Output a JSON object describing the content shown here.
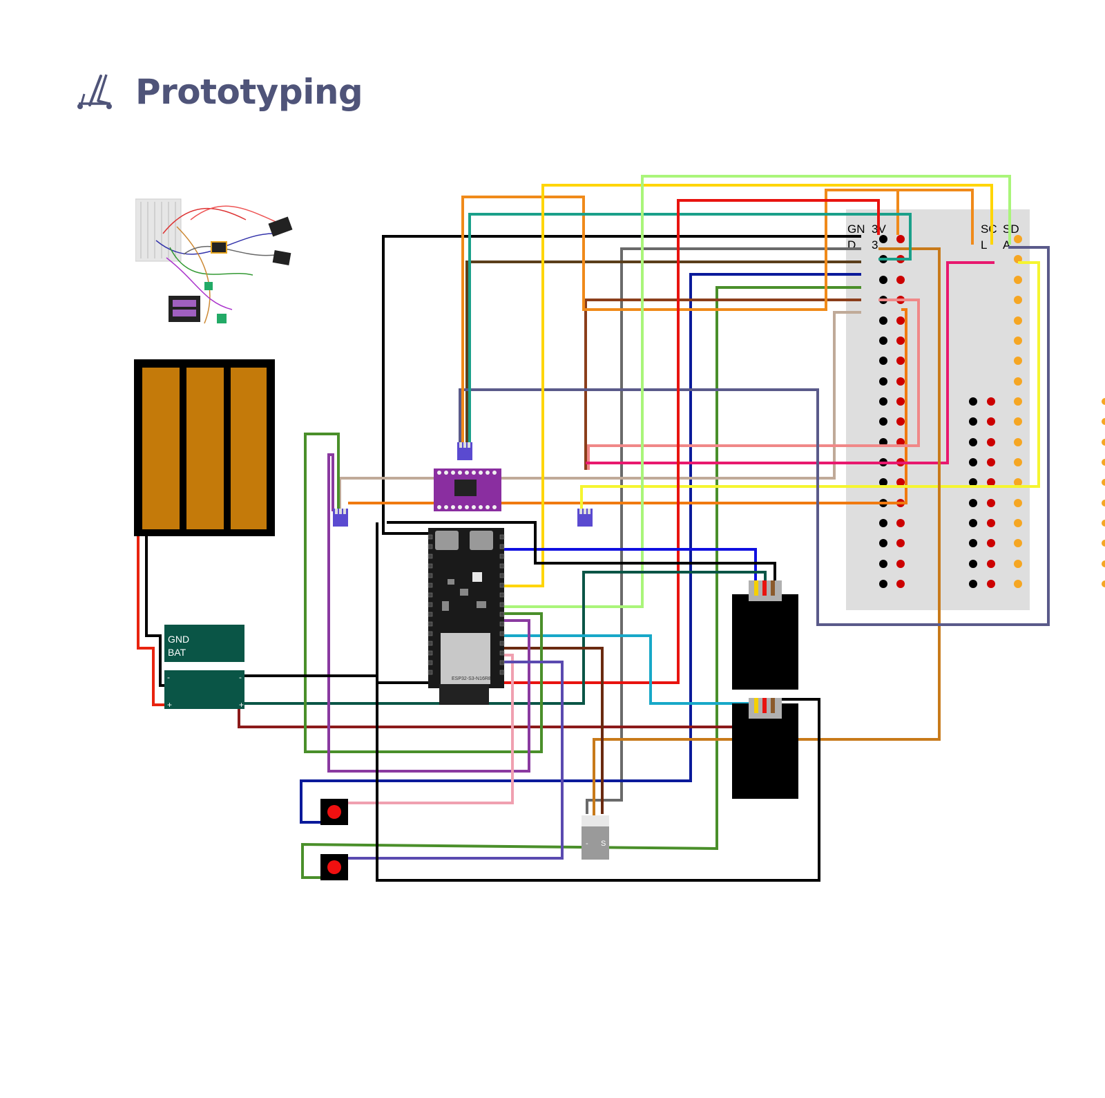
{
  "header": {
    "title": "Prototyping",
    "icon": "prototype-cart-icon"
  },
  "labels": {
    "gnd_top": "GN",
    "gnd_bottom": "D",
    "v3_top": "3V",
    "v3_bottom": "3",
    "scl_top": "SC",
    "scl_bottom": "L",
    "sda_top": "SD",
    "sda_bottom": "A",
    "charger_gnd": "GND",
    "charger_bat": "BAT",
    "charger_minus": "-",
    "charger_plus": "+",
    "sensor_minus": "-",
    "sensor_signal": "S",
    "board_chip": "ESP32-S3-N16R8"
  },
  "colors": {
    "title": "#4f5479",
    "battery_cell": "#c47a0a",
    "pcb_green": "#0a5546",
    "breadboard": "#dedede"
  }
}
